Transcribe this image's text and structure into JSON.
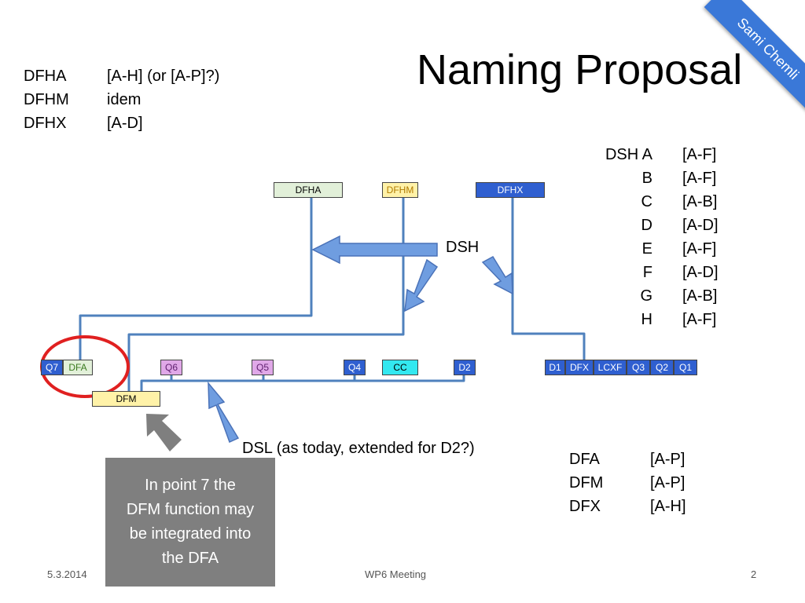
{
  "title": "Naming Proposal",
  "banner": "Sami Chemli",
  "top_left_table": [
    {
      "name": "DFHA",
      "range": "[A-H] (or [A-P]?)"
    },
    {
      "name": "DFHM",
      "range": "idem"
    },
    {
      "name": "DFHX",
      "range": "[A-D]"
    }
  ],
  "dsh_table": [
    {
      "name": "DSH A",
      "range": "[A-F]"
    },
    {
      "name": "B",
      "range": "[A-F]"
    },
    {
      "name": "C",
      "range": "[A-B]"
    },
    {
      "name": "D",
      "range": "[A-D]"
    },
    {
      "name": "E",
      "range": "[A-F]"
    },
    {
      "name": "F",
      "range": "[A-D]"
    },
    {
      "name": "G",
      "range": "[A-B]"
    },
    {
      "name": "H",
      "range": "[A-F]"
    }
  ],
  "bottom_right_table": [
    {
      "name": "DFA",
      "range": "[A-P]"
    },
    {
      "name": "DFM",
      "range": "[A-P]"
    },
    {
      "name": "DFX",
      "range": "[A-H]"
    }
  ],
  "diagram": {
    "top_boxes": {
      "dfha": "DFHA",
      "dfhm": "DFHM",
      "dfhx": "DFHX"
    },
    "row_left": {
      "q7": "Q7",
      "dfa": "DFA",
      "q6": "Q6",
      "q5": "Q5",
      "q4": "Q4",
      "cc": "CC",
      "d2": "D2"
    },
    "row_right": {
      "d1": "D1",
      "dfx": "DFX",
      "lcxf": "LCXF",
      "q3": "Q3",
      "q2": "Q2",
      "q1": "Q1"
    },
    "dfm": "DFM",
    "dsh_label": "DSH",
    "dsl_label": "DSL (as today, extended for D2?)"
  },
  "callout": [
    "In point 7 the",
    "DFM function may",
    "be integrated into",
    "the DFA"
  ],
  "footer": {
    "date": "5.3.2014",
    "center": "WP6 Meeting",
    "page": "2"
  },
  "colors": {
    "line_blue": "#4f81bd",
    "arrow_blue": "#6f9de0",
    "dark_blue_box": "#2f5fd0",
    "green_box": "#e2f0d9",
    "yellow_box": "#fff2a8",
    "magenta_box": "#e0a8e8",
    "cyan_box": "#33e8f0",
    "red_circle": "#e02020",
    "callout_gray": "#7f7f7f"
  }
}
